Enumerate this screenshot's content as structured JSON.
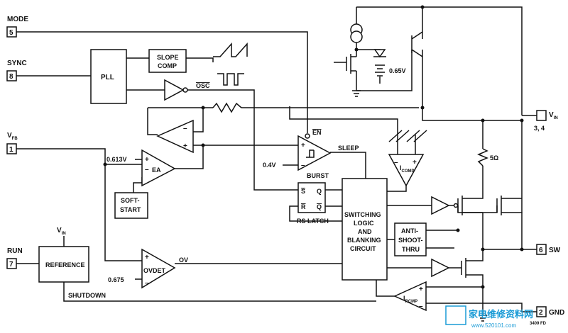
{
  "pins": {
    "mode": {
      "name": "MODE",
      "num": "5"
    },
    "sync": {
      "name": "SYNC",
      "num": "8"
    },
    "vfb": {
      "name": "V",
      "sub": "FB",
      "num": "1"
    },
    "run": {
      "name": "RUN",
      "num": "7"
    },
    "vin": {
      "name": "V",
      "sub": "IN",
      "num": "",
      "nums": "3, 4"
    },
    "sw": {
      "name": "SW",
      "num": "6"
    },
    "gnd": {
      "name": "GND",
      "num": "2"
    }
  },
  "blocks": {
    "pll": "PLL",
    "slope_comp": [
      "SLOPE",
      "COMP"
    ],
    "osc": "OSC",
    "ea": "EA",
    "soft_start": [
      "SOFT-",
      "START"
    ],
    "burst": "BURST",
    "en": "EN",
    "sleep": "SLEEP",
    "icomp": {
      "name": "I",
      "sub": "COMP"
    },
    "rs_latch": "RS LATCH",
    "latch_pins": {
      "s": "S",
      "q": "Q",
      "r": "R",
      "qbar": "Q"
    },
    "switching_logic": [
      "SWITCHING",
      "LOGIC",
      "AND",
      "BLANKING",
      "CIRCUIT"
    ],
    "anti_shoot": [
      "ANTI-",
      "SHOOT-",
      "THRU"
    ],
    "reference": "REFERENCE",
    "ovdet": "OVDET",
    "ov": "OV",
    "shutdown": "SHUTDOWN",
    "vin_ref": {
      "name": "V",
      "sub": "IN"
    },
    "ircmp": {
      "name": "I",
      "sub": "RCMP"
    }
  },
  "values": {
    "ref_0613": "0.613V",
    "ref_04": "0.4V",
    "ref_0675": "0.675",
    "v_065": "0.65V",
    "r_5ohm": "5Ω"
  },
  "figure_code": "3409 FD",
  "watermark": {
    "main": "家电维修资料网",
    "url": "www.520101.com"
  }
}
